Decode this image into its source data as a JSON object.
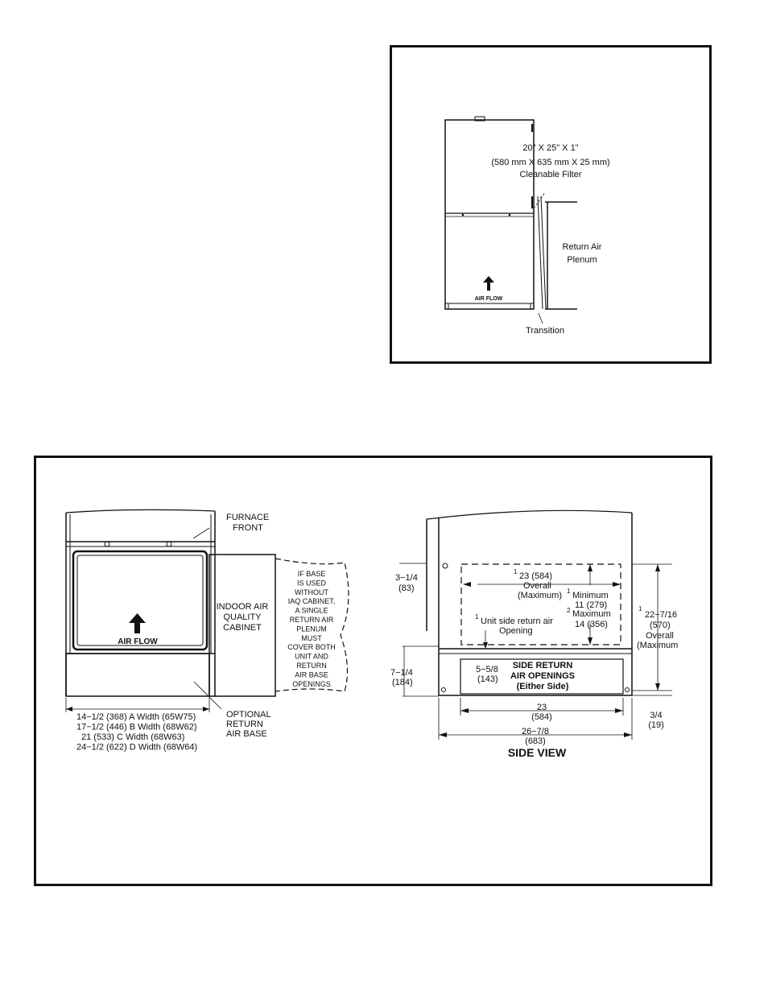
{
  "top_figure": {
    "filter_size_in": "20\" X 25\" X 1\"",
    "filter_size_mm": "(580 mm X 635 mm X 25 mm)",
    "filter_label": "Cleanable Filter",
    "plenum_label_1": "Return Air",
    "plenum_label_2": "Plenum",
    "transition_label": "Transition",
    "airflow_label": "AIR FLOW"
  },
  "front_view": {
    "furnace_front_1": "FURNACE",
    "furnace_front_2": "FRONT",
    "airflow_label": "AIR FLOW",
    "iaq_1": "INDOOR AIR",
    "iaq_2": "QUALITY",
    "iaq_3": "CABINET",
    "note_lines": [
      "IF BASE",
      "IS USED",
      "WITHOUT",
      "IAQ CABINET,",
      "A SINGLE",
      "RETURN AIR",
      "PLENUM",
      "MUST",
      "COVER BOTH",
      "UNIT AND",
      "RETURN",
      "AIR BASE",
      "OPENINGS"
    ],
    "base_1": "OPTIONAL",
    "base_2": "RETURN",
    "base_3": "AIR BASE",
    "widths": [
      "14−1/2 (368) A Width (65W75)",
      "17−1/2 (446) B Width (68W62)",
      "21 (533) C Width  (68W63)",
      "24−1/2 (622) D Width (68W64)"
    ]
  },
  "side_view": {
    "title": "SIDE VIEW",
    "dim_3_1_4": "3−1/4",
    "dim_83": "(83)",
    "overall_23_sup": "1",
    "overall_23": "23 (584)",
    "overall_23_b": "Overall",
    "overall_23_c": "(Maximum)",
    "min_sup": "1",
    "min_1": "Minimum",
    "min_2": "11 (279)",
    "max_sup": "2",
    "max_1": "Maximum",
    "max_2": "14 (356)",
    "unit_side_sup": "1",
    "unit_side_1": "Unit side return air",
    "unit_side_2": "Opening",
    "right_sup": "1",
    "right_1": "22−7/16",
    "right_2": "(570)",
    "right_3": "Overall",
    "right_4": "(Maximum",
    "dim_7_1_4": "7−1/4",
    "dim_184": "(184)",
    "dim_5_5_8": "5−5/8",
    "dim_143": "(143)",
    "side_return_1": "SIDE RETURN",
    "side_return_2": "AIR OPENINGS",
    "side_return_3": "(Either Side)",
    "dim_23": "23",
    "dim_584": "(584)",
    "dim_26_7_8": "26−7/8",
    "dim_683": "(683)",
    "dim_3_4": "3/4",
    "dim_19": "(19)"
  }
}
